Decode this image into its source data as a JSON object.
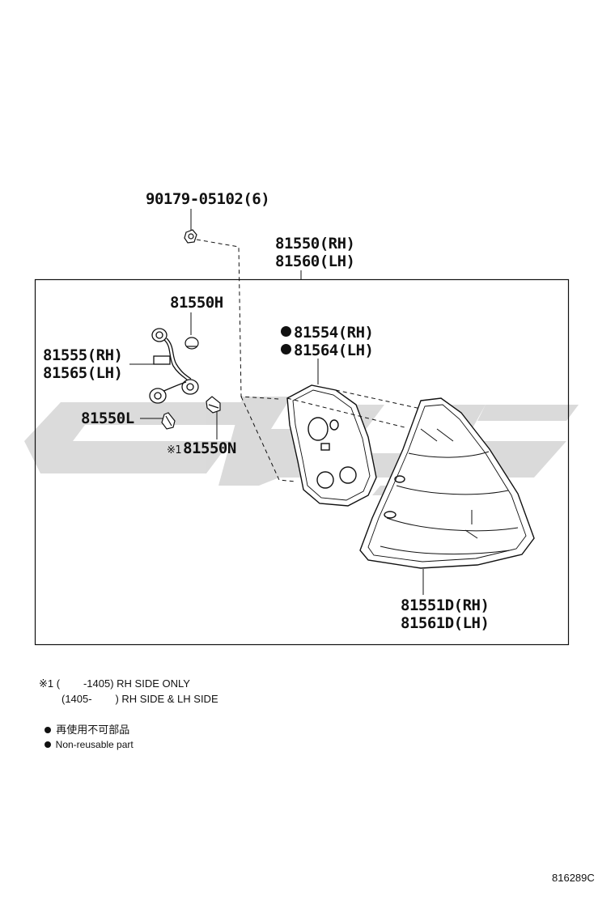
{
  "diagram": {
    "code": "816289C",
    "parts": {
      "bolt": "90179-05102(6)",
      "assy_rh": "81550(RH)",
      "assy_lh": "81560(LH)",
      "socket_h": "81550H",
      "wire_rh": "81555(RH)",
      "wire_lh": "81565(LH)",
      "bulb_l": "81550L",
      "bulb_n": "81550N",
      "gasket_rh": "81554(RH)",
      "gasket_lh": "81564(LH)",
      "lens_rh": "81551D(RH)",
      "lens_lh": "81561D(LH)"
    },
    "marks": {
      "note1_mark": "※1"
    },
    "notes": {
      "note1_line1": "※1 (        -1405) RH SIDE ONLY",
      "note1_line2": "(1405-        ) RH SIDE & LH SIDE",
      "nonreusable_jp": "再使用不可部品",
      "nonreusable_en": "Non-reusable part"
    }
  }
}
